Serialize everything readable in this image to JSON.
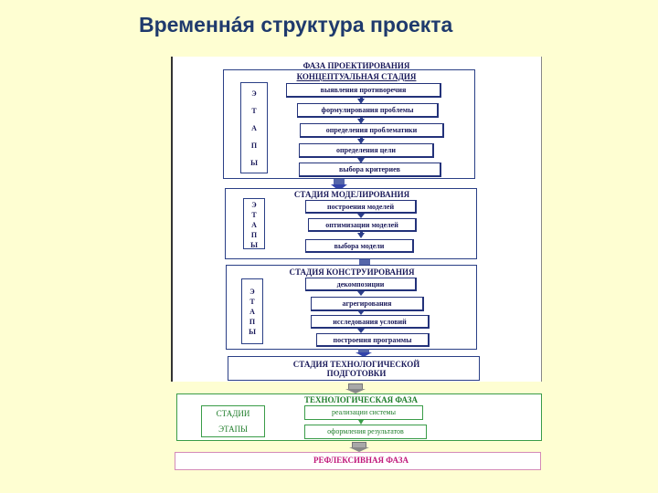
{
  "title": "Временнáя структура проекта",
  "design_phase": {
    "header": "ФАЗА ПРОЕКТИРОВАНИЯ",
    "conceptual": {
      "header": "КОНЦЕПТУАЛЬНАЯ СТАДИЯ",
      "stages_letters": [
        "Э",
        "Т",
        "А",
        "П",
        "Ы"
      ],
      "steps": [
        "выявления противоречия",
        "формулирования проблемы",
        "определения проблематики",
        "определения цели",
        "выбора критериев"
      ]
    },
    "modeling": {
      "header": "СТАДИЯ МОДЕЛИРОВАНИЯ",
      "stages_letters": [
        "Э",
        "Т",
        "А",
        "П",
        "Ы"
      ],
      "steps": [
        "построения моделей",
        "оптимизации моделей",
        "выбора модели"
      ]
    },
    "construction": {
      "header": "СТАДИЯ КОНСТРУИРОВАНИЯ",
      "stages_letters": [
        "Э",
        "Т",
        "А",
        "П",
        "Ы"
      ],
      "steps": [
        "декомпозиции",
        "агрегирования",
        "исследования условий",
        "построения программы"
      ]
    },
    "tech_prep": {
      "header_line1": "СТАДИЯ ТЕХНОЛОГИЧЕСКОЙ",
      "header_line2": "ПОДГОТОВКИ"
    }
  },
  "tech_phase": {
    "header": "ТЕХНОЛОГИЧЕСКАЯ ФАЗА",
    "left_labels": [
      "СТАДИИ",
      "ЭТАПЫ"
    ],
    "steps": [
      "реализации системы",
      "оформления результатов"
    ]
  },
  "reflexive_phase": {
    "header": "РЕФЛЕКСИВНАЯ ФАЗА"
  },
  "colors": {
    "background": "#fefed2",
    "title": "#1f3a6d",
    "design_text": "#1a1a5a",
    "tech_text": "#1f7d2a",
    "reflexive_text": "#c0187a"
  }
}
